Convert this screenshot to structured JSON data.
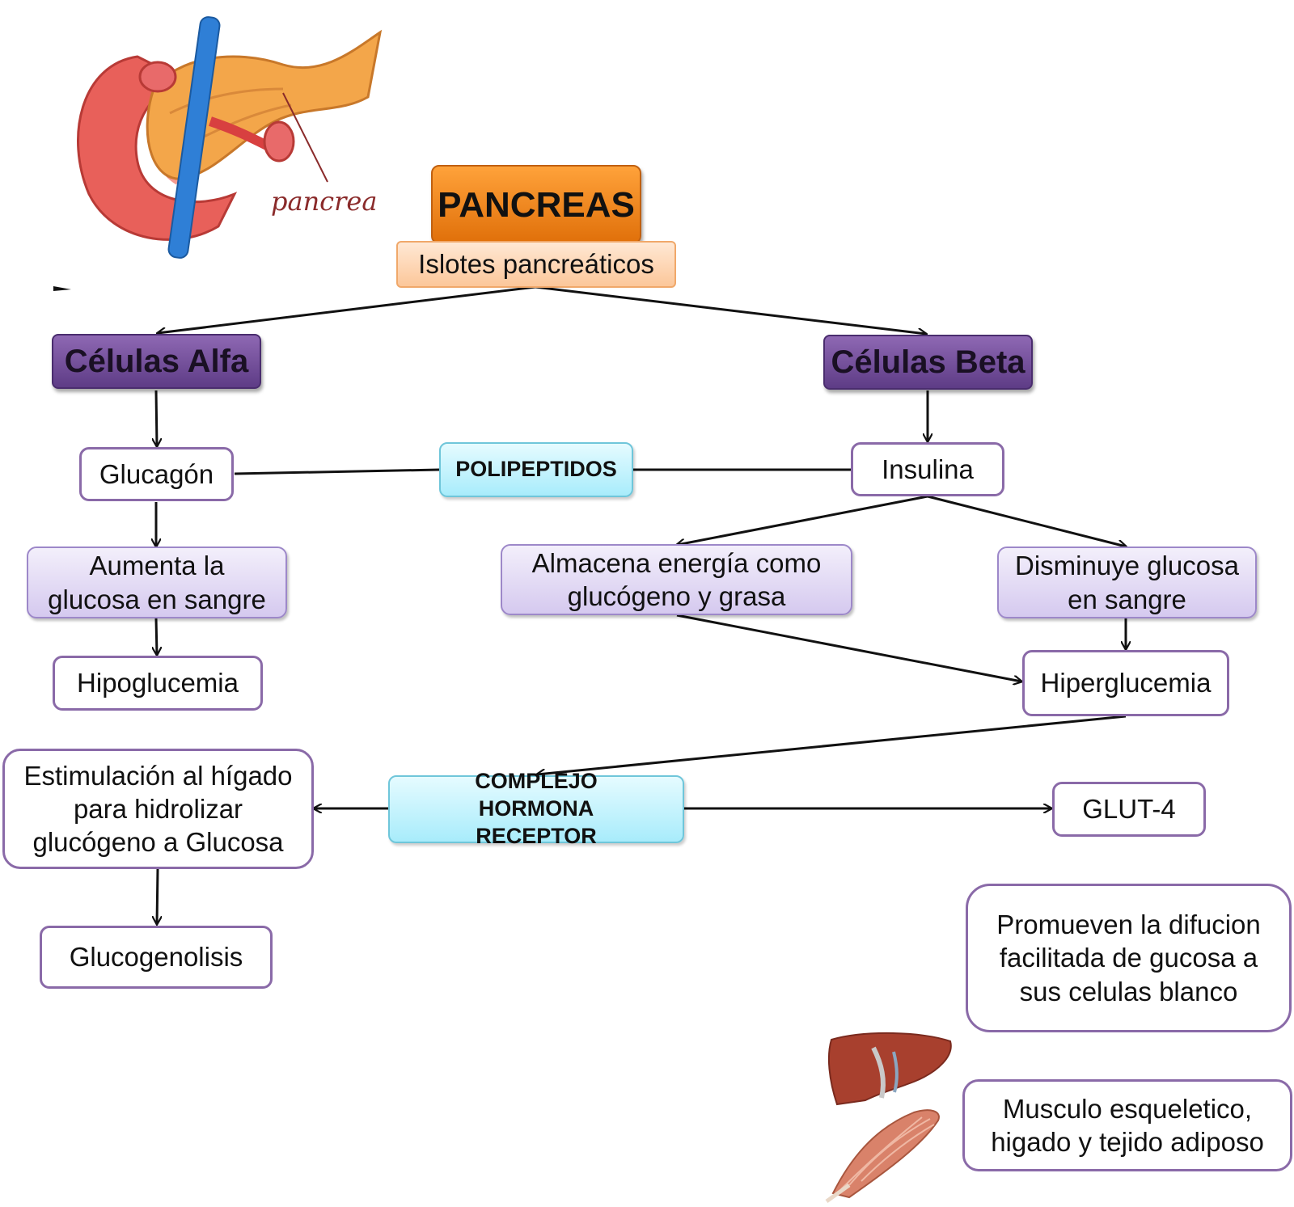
{
  "nodes": {
    "pancreas": "PANCREAS",
    "islotes": "Islotes pancreáticos",
    "alfa": "Células Alfa",
    "beta": "Células Beta",
    "glucagon": "Glucagón",
    "polipeptidos": "POLIPEPTIDOS",
    "insulina": "Insulina",
    "aumenta": "Aumenta la glucosa en sangre",
    "almacena": "Almacena energía como glucógeno y grasa",
    "disminuye": "Disminuye glucosa en sangre",
    "hipoglucemia": "Hipoglucemia",
    "hiperglucemia": "Hiperglucemia",
    "estimulacion": "Estimulación al hígado para hidrolizar glucógeno a Glucosa",
    "complejo": "COMPLEJO HORMONA RECEPTOR",
    "glut4": "GLUT-4",
    "glucogenolisis": "Glucogenolisis",
    "promueven": "Promueven la difucion facilitada de gucosa a sus celulas blanco",
    "musculo": "Musculo esqueletico, higado y tejido adiposo"
  },
  "images": {
    "pancreas_label": "pancrea",
    "pancreas_image": "pancreas-illustration",
    "organs_image": "liver-and-muscle-illustration"
  },
  "colors": {
    "orange": "#f08a1c",
    "peach": "#fcd3b0",
    "purple": "#6b4795",
    "lavender": "#ddd3f2",
    "cyan": "#b8f0fc",
    "border": "#8a6aa8"
  }
}
